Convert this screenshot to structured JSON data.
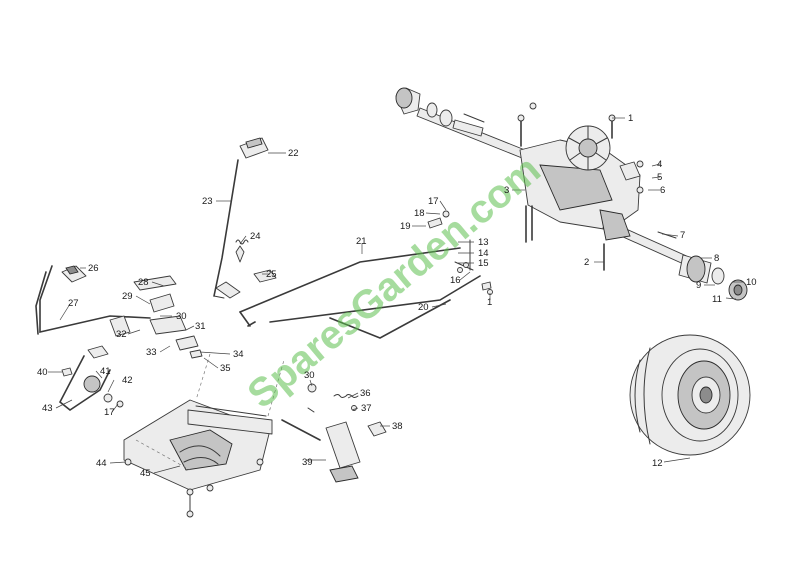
{
  "watermark": "SparesGarden.com",
  "labels": {
    "l1a": "1",
    "l1b": "1",
    "l2": "2",
    "l3": "3",
    "l4": "4",
    "l5": "5",
    "l6": "6",
    "l7": "7",
    "l8": "8",
    "l9": "9",
    "l10": "10",
    "l11": "11",
    "l12": "12",
    "l13": "13",
    "l14": "14",
    "l15": "15",
    "l16": "16",
    "l17a": "17",
    "l17b": "17",
    "l18": "18",
    "l19": "19",
    "l20": "20",
    "l21": "21",
    "l22": "22",
    "l23": "23",
    "l24": "24",
    "l25": "25",
    "l26": "26",
    "l27": "27",
    "l28": "28",
    "l29": "29",
    "l30a": "30",
    "l30b": "30",
    "l31": "31",
    "l32": "32",
    "l33": "33",
    "l34": "34",
    "l35": "35",
    "l36": "36",
    "l37": "37",
    "l38": "38",
    "l39": "39",
    "l40": "40",
    "l41": "41",
    "l42": "42",
    "l43": "43",
    "l44": "44",
    "l45": "45"
  },
  "colors": {
    "watermark": "#5cbf4e",
    "line": "#3a3a3a",
    "background": "#ffffff"
  }
}
